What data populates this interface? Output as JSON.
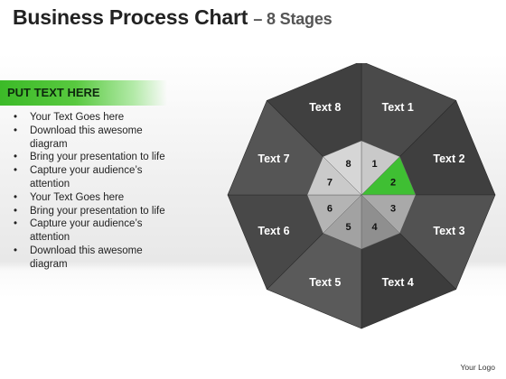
{
  "header": {
    "title": "Business Process Chart",
    "subtitle": "– 8 Stages"
  },
  "banner": {
    "label": "PUT TEXT HERE"
  },
  "bullets": [
    "Your Text Goes here",
    "Download this awesome diagram",
    "Bring your presentation to life",
    "Capture your audience’s attention",
    "Your Text Goes here",
    "Bring your presentation to life",
    "Capture your audience’s attention",
    "Download this awesome diagram"
  ],
  "diagram": {
    "highlight_color": "#3fbf33",
    "segments": [
      {
        "label": "Text 1",
        "number": "1",
        "highlighted": false
      },
      {
        "label": "Text 2",
        "number": "2",
        "highlighted": true
      },
      {
        "label": "Text 3",
        "number": "3",
        "highlighted": false
      },
      {
        "label": "Text 4",
        "number": "4",
        "highlighted": false
      },
      {
        "label": "Text 5",
        "number": "5",
        "highlighted": false
      },
      {
        "label": "Text 6",
        "number": "6",
        "highlighted": false
      },
      {
        "label": "Text 7",
        "number": "7",
        "highlighted": false
      },
      {
        "label": "Text 8",
        "number": "8",
        "highlighted": false
      }
    ]
  },
  "footer": {
    "logo": "Your Logo"
  }
}
